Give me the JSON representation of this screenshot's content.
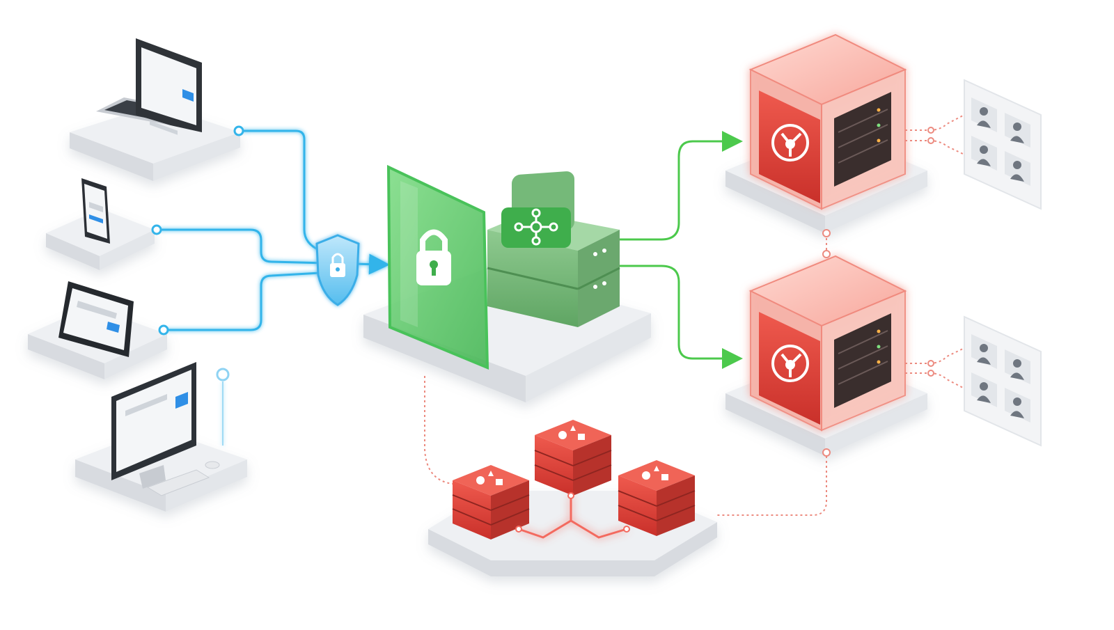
{
  "diagram": {
    "clients": [
      {
        "name": "laptop",
        "icon": "laptop-icon"
      },
      {
        "name": "smartphone",
        "icon": "smartphone-icon"
      },
      {
        "name": "tablet",
        "icon": "tablet-icon"
      },
      {
        "name": "desktop",
        "icon": "desktop-monitor-icon"
      }
    ],
    "security": {
      "icon": "shield-lock-icon"
    },
    "gateway": {
      "icons": [
        "padlock-icon",
        "network-hub-icon",
        "server-stack-icon"
      ]
    },
    "backends": [
      {
        "name": "server-cube-top",
        "icons": [
          "network-node-icon",
          "server-rack-icon"
        ],
        "users": 4
      },
      {
        "name": "server-cube-bottom",
        "icons": [
          "network-node-icon",
          "server-rack-icon"
        ],
        "users": 4
      }
    ],
    "cache_cluster": {
      "nodes": 3,
      "icon": "database-stack-icon"
    },
    "user_panel_icon": "user-icon"
  },
  "colors": {
    "blue": "#33b4ea",
    "green": "#4cc94c",
    "green_panel": "#5cc46a",
    "green_server": "#74b77a",
    "red": "#e0453c",
    "red_glow": "#f36a5f",
    "red_dotted": "#ec8a7f",
    "platform": "#eceef1",
    "platform_side": "#d9dce0"
  }
}
